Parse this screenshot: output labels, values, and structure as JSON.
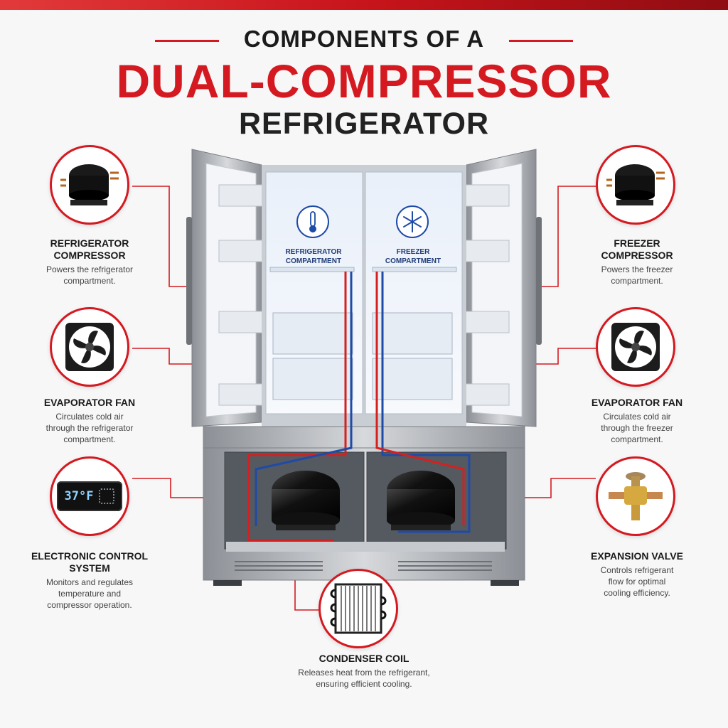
{
  "title": {
    "line1": "COMPONENTS OF A",
    "line2": "DUAL-COMPRESSOR",
    "line3": "REFRIGERATOR"
  },
  "colors": {
    "accent": "#d41a20",
    "refrigerant_hot": "#d42020",
    "refrigerant_cold": "#1e4aa8",
    "steel": "#a9adb3"
  },
  "fridge": {
    "left_compartment_line1": "REFRIGERATOR",
    "left_compartment_line2": "COMPARTMENT",
    "right_compartment_line1": "FREEZER",
    "right_compartment_line2": "COMPARTMENT",
    "left_icon": "thermometer-icon",
    "right_icon": "snowflake-icon"
  },
  "components": {
    "refrigerator_compressor": {
      "icon": "compressor-icon",
      "title": "REFRIGERATOR\nCOMPRESSOR",
      "desc": "Powers the refrigerator\ncompartment."
    },
    "freezer_compressor": {
      "icon": "compressor-icon",
      "title": "FREEZER\nCOMPRESSOR",
      "desc": "Powers the freezer\ncompartment."
    },
    "evaporator_fan_left": {
      "icon": "fan-icon",
      "title": "EVAPORATOR FAN",
      "desc": "Circulates cold air\nthrough the refrigerator\ncompartment."
    },
    "evaporator_fan_right": {
      "icon": "fan-icon",
      "title": "EVAPORATOR FAN",
      "desc": "Circulates cold air\nthrough the freezer\ncompartment."
    },
    "electronic_control": {
      "icon": "control-panel-icon",
      "display": "37°F",
      "title": "ELECTRONIC CONTROL\nSYSTEM",
      "desc": "Monitors and regulates\ntemperature and\ncompressor operation."
    },
    "expansion_valve": {
      "icon": "valve-icon",
      "title": "EXPANSION VALVE",
      "desc": "Controls refrigerant\nflow for optimal\ncooling efficiency."
    },
    "condenser_coil": {
      "icon": "coil-icon",
      "title": "CONDENSER COIL",
      "desc": "Releases heat from the refrigerant,\nensuring efficient cooling."
    }
  }
}
